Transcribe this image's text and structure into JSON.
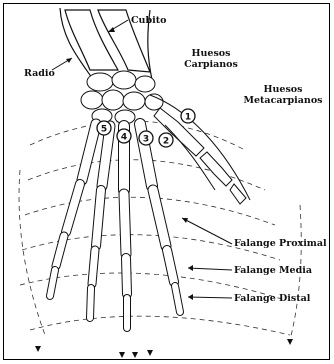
{
  "labels": {
    "cubito": "Cubito",
    "radio": "Radio",
    "huesos_carpianos": [
      "Huesos",
      "Carpianos"
    ],
    "huesos_metacarpianos": [
      "Huesos",
      "Metacarpianos"
    ],
    "falange_proximal": "Falange Proximal",
    "falange_media": "Falange Media",
    "falange_distal": "Falange Distal"
  },
  "finger_numbers": [
    "5",
    "4",
    "3",
    "2",
    "1"
  ],
  "colors": {
    "ink": "#111111",
    "bone": "#ffffff",
    "shade": "#9a9a9a"
  }
}
